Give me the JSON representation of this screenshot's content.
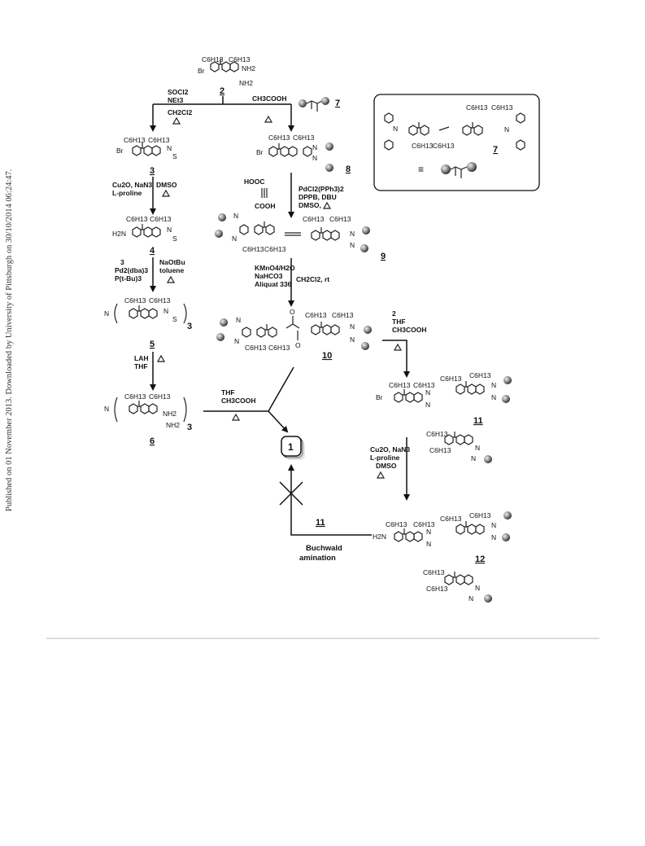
{
  "sidebar": {
    "note": "Published on 01 November 2013. Downloaded by University of Pittsburgh on 30/10/2014 06:24:47."
  },
  "compounds": {
    "c1": "1",
    "c2": "2",
    "c3": "3",
    "c4": "4",
    "c5": "5",
    "c6": "6",
    "c7": "7",
    "c7_inset": "7",
    "c8": "8",
    "c9": "9",
    "c10": "10",
    "c11": "11",
    "c11_ref": "11",
    "c12": "12"
  },
  "groups": {
    "hexyl": "C6H13",
    "br": "Br",
    "nh2": "NH2",
    "h2n": "H2N",
    "n": "N",
    "s": "S",
    "o": "O",
    "sub3": "3"
  },
  "reagents": {
    "r2to3_a": "SOCl2",
    "r2to3_b": "NEt3",
    "r2to3_c": "CH2Cl2",
    "r2to8_a": "CH3COOH",
    "r3to4_a": "Cu2O, NaN3",
    "r3to4_b": "L-proline",
    "r3to4_c": "DMSO",
    "r4to5_a": "3",
    "r4to5_b": "Pd2(dba)3",
    "r4to5_c": "P(t-Bu)3",
    "r4to5_d": "NaOtBu",
    "r4to5_e": "toluene",
    "r5to6_a": "LAH",
    "r5to6_b": "THF",
    "r6to1_a": "THF",
    "r6to1_b": "CH3COOH",
    "r8to9_acid_a": "HOOC",
    "r8to9_acid_b": "COOH",
    "r8to9_a": "PdCl2(PPh3)2",
    "r8to9_b": "DPPB, DBU",
    "r8to9_c": "DMSO,",
    "r9to10_a": "KMnO4/H2O",
    "r9to10_b": "NaHCO3",
    "r9to10_c": "Aliquat 336",
    "r9to10_d": "CH2Cl2, rt",
    "r10to11_a": "2",
    "r10to11_b": "THF",
    "r10to11_c": "CH3COOH",
    "r11to12_a": "Cu2O, NaN3",
    "r11to12_b": "L-proline",
    "r11to12_c": "DMSO",
    "r12to1_a": "Buchwald",
    "r12to1_b": "amination",
    "equiv": "≡"
  }
}
